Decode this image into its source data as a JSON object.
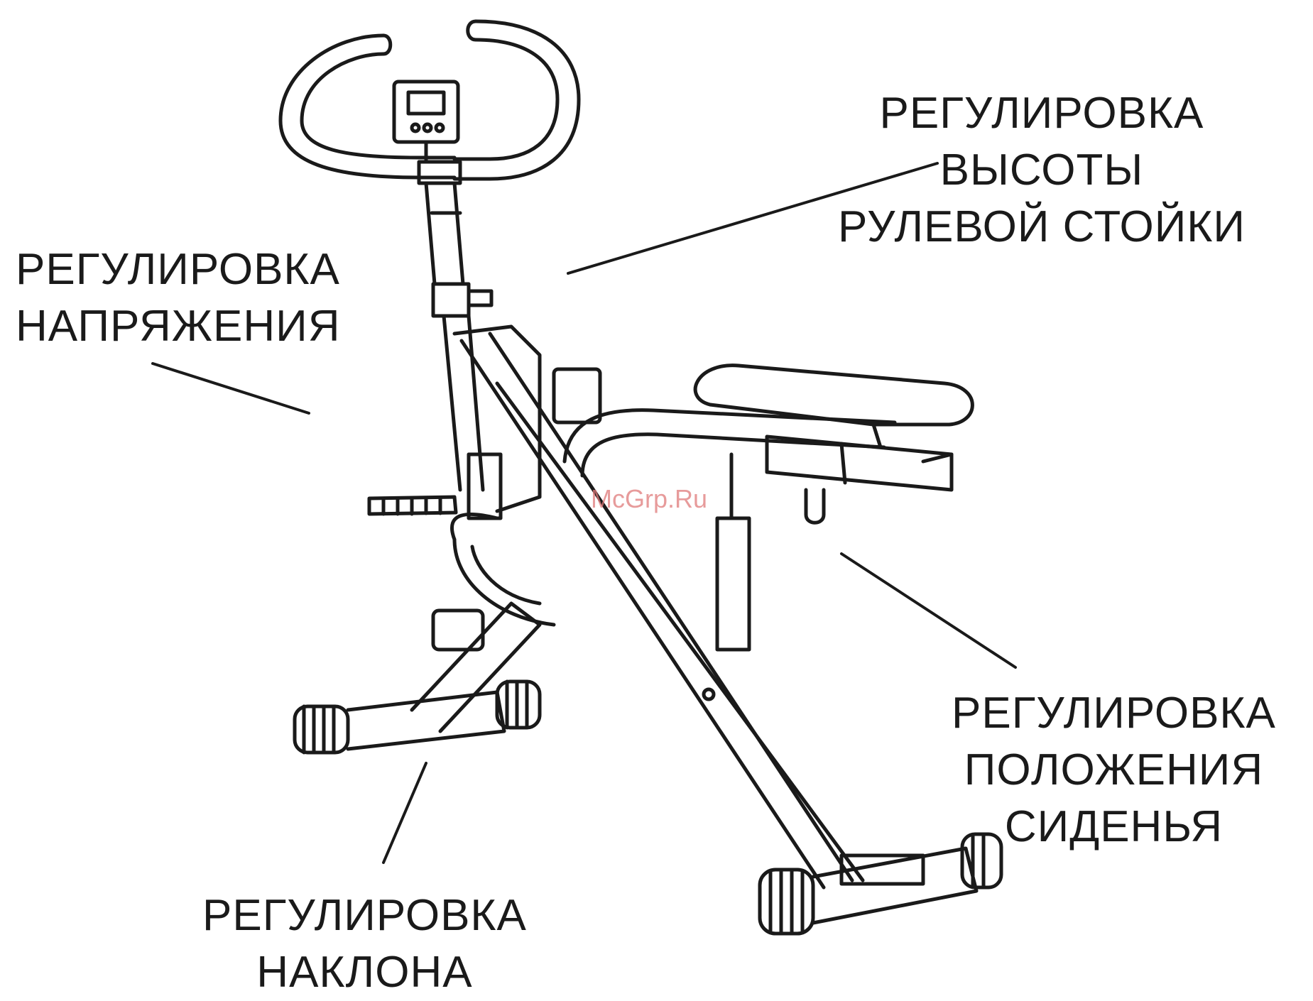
{
  "labels": {
    "steering_height": [
      "РЕГУЛИРОВКА",
      "ВЫСОТЫ",
      "РУЛЕВОЙ СТОЙКИ"
    ],
    "tension": [
      "РЕГУЛИРОВКА",
      "НАПРЯЖЕНИЯ"
    ],
    "seat_position": [
      "РЕГУЛИРОВКА",
      "ПОЛОЖЕНИЯ",
      "СИДЕНЬЯ"
    ],
    "incline": [
      "РЕГУЛИРОВКА",
      "НАКЛОНА"
    ]
  },
  "watermark": "McGrp.Ru",
  "colors": {
    "ink": "#1a1a1a",
    "watermark": "#e07a7a",
    "background": "#ffffff"
  }
}
